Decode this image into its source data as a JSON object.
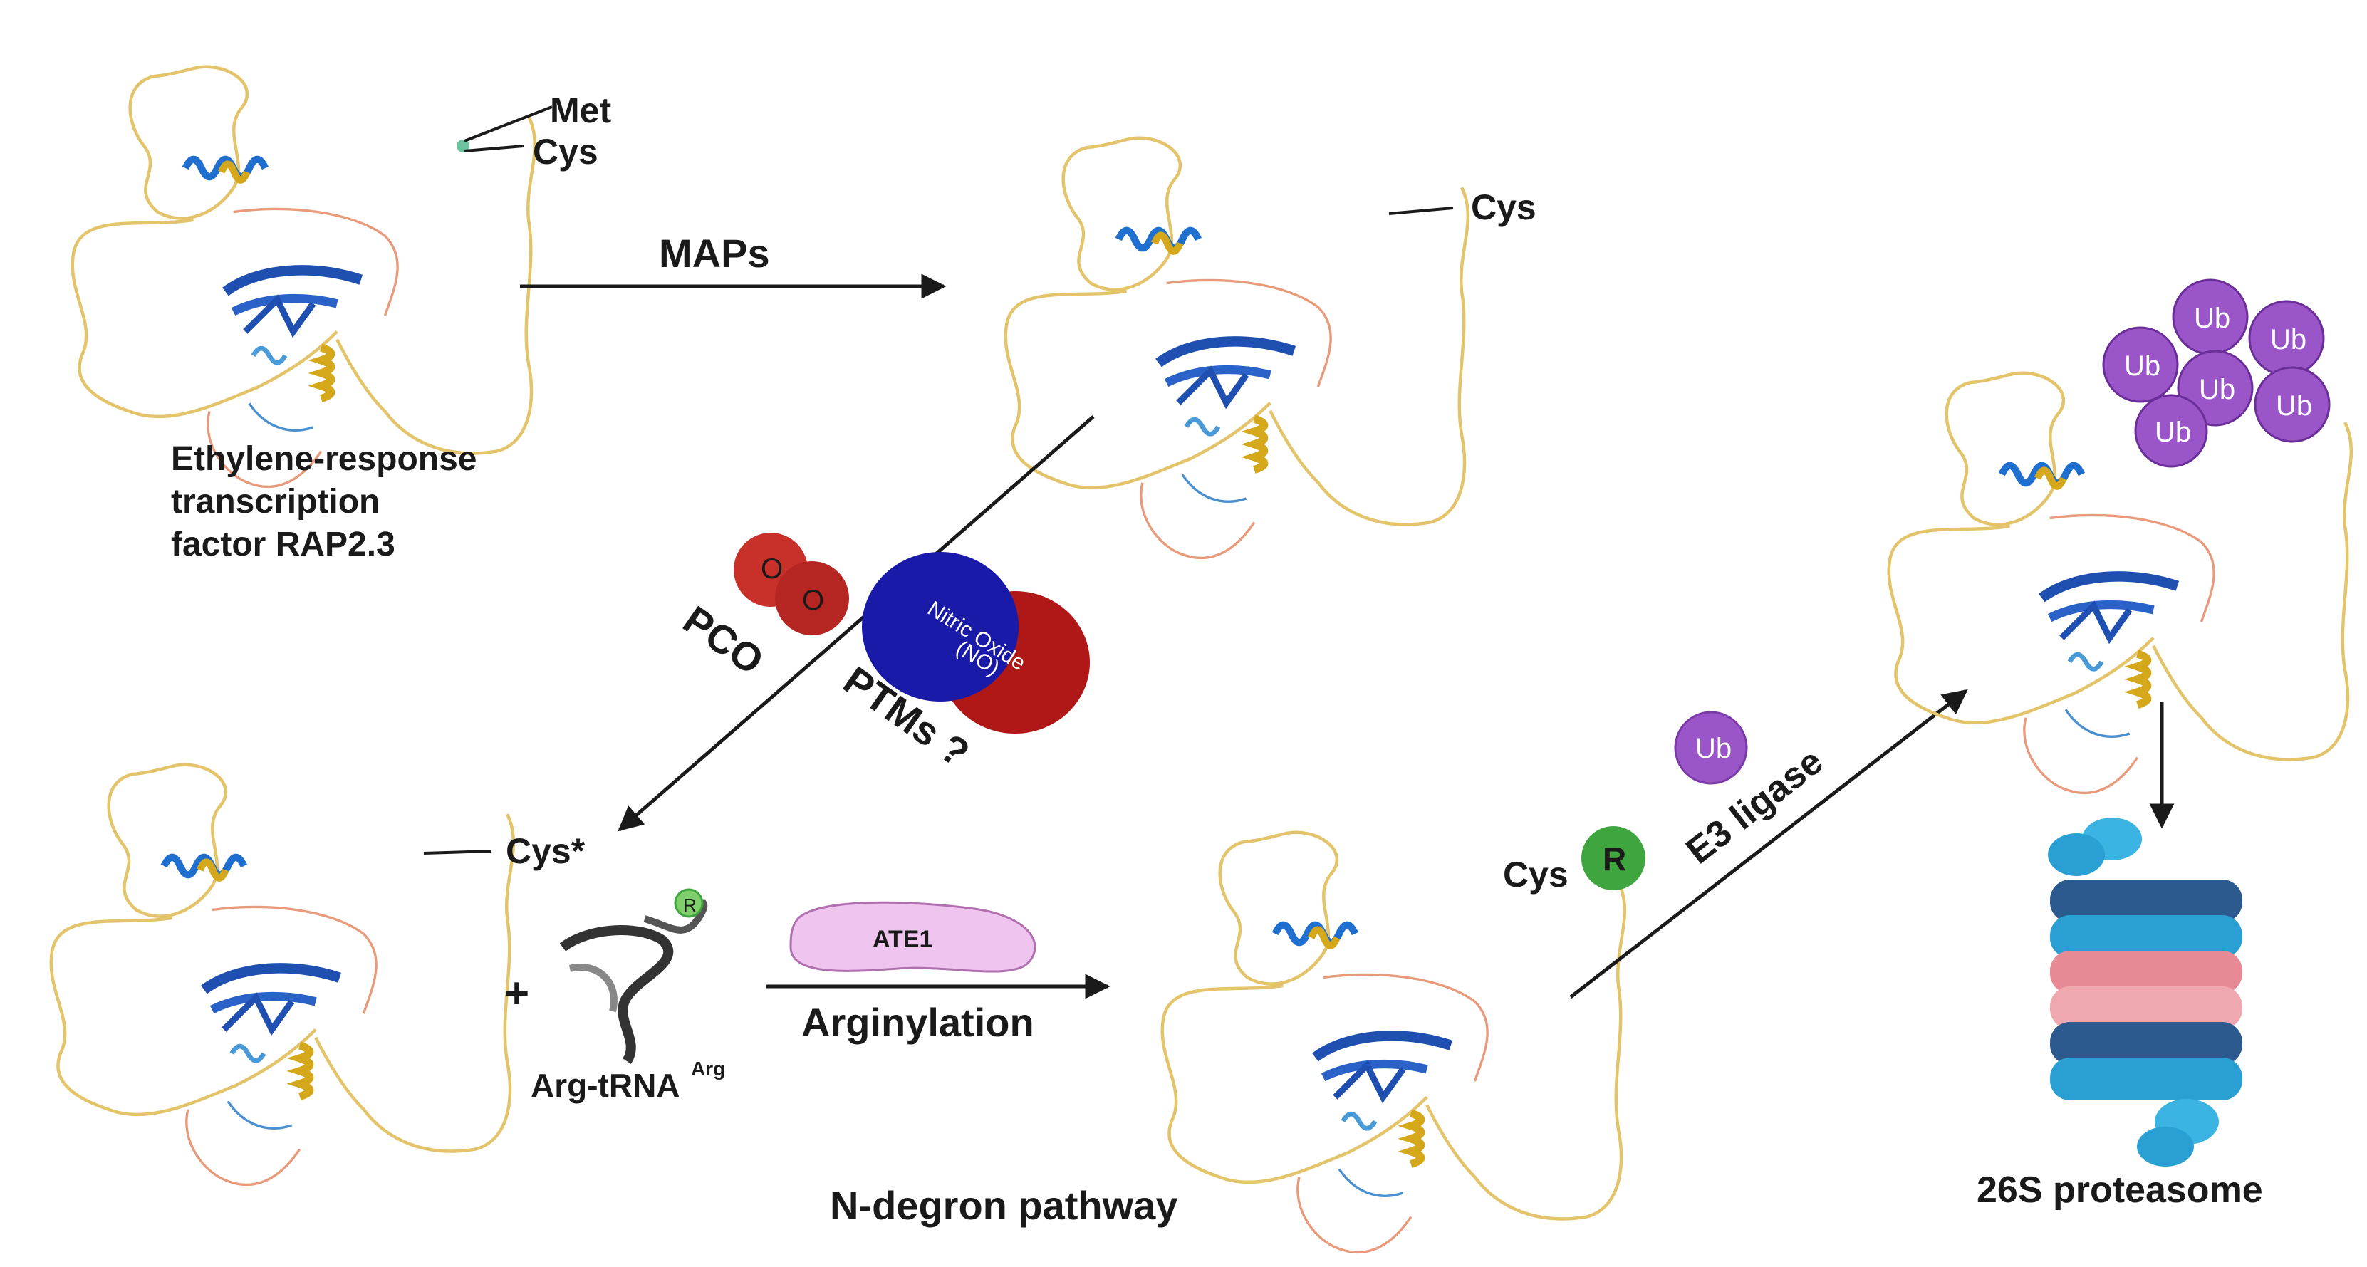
{
  "colors": {
    "coil": "#e3c46a",
    "coil_alt": "#e89a7a",
    "helix": "#d4a81a",
    "sheet": "#1f4fb0",
    "ub": "#9a55c8",
    "arg": "#3fa63f",
    "pco": "#c8302a",
    "no_blue": "#1a1aa8",
    "no_red": "#b01818",
    "ate1": "#efc4ef",
    "proteasome_blue": "#2a9fd4",
    "proteasome_pink": "#e78a95"
  },
  "labels": {
    "met": "Met",
    "cys_start": "Cys",
    "cys_after_maps": "Cys",
    "cys_star": "Cys*",
    "cys_r": "Cys",
    "r_badge": "R",
    "trna_r_badge": "R",
    "maps": "MAPs",
    "protein_name_line1": "Ethylene-response",
    "protein_name_line2": "transcription",
    "protein_name_line3": "factor RAP2.3",
    "pco": "PCO",
    "pco_o1": "O",
    "pco_o2": "O",
    "no_line1": "Nitric Oxide",
    "no_line2": "(NO)",
    "ptms": "PTMs ?",
    "plus": "+",
    "arg_trna": "Arg-tRNA",
    "arg_trna_sup": "Arg",
    "ate1": "ATE1",
    "arginylation": "Arginylation",
    "ub_single": "Ub",
    "e3_ligase": "E3 ligase",
    "ub_chain": [
      "Ub",
      "Ub",
      "Ub",
      "Ub",
      "Ub",
      "Ub"
    ],
    "n_degron": "N-degron pathway",
    "proteasome": "26S proteasome"
  }
}
